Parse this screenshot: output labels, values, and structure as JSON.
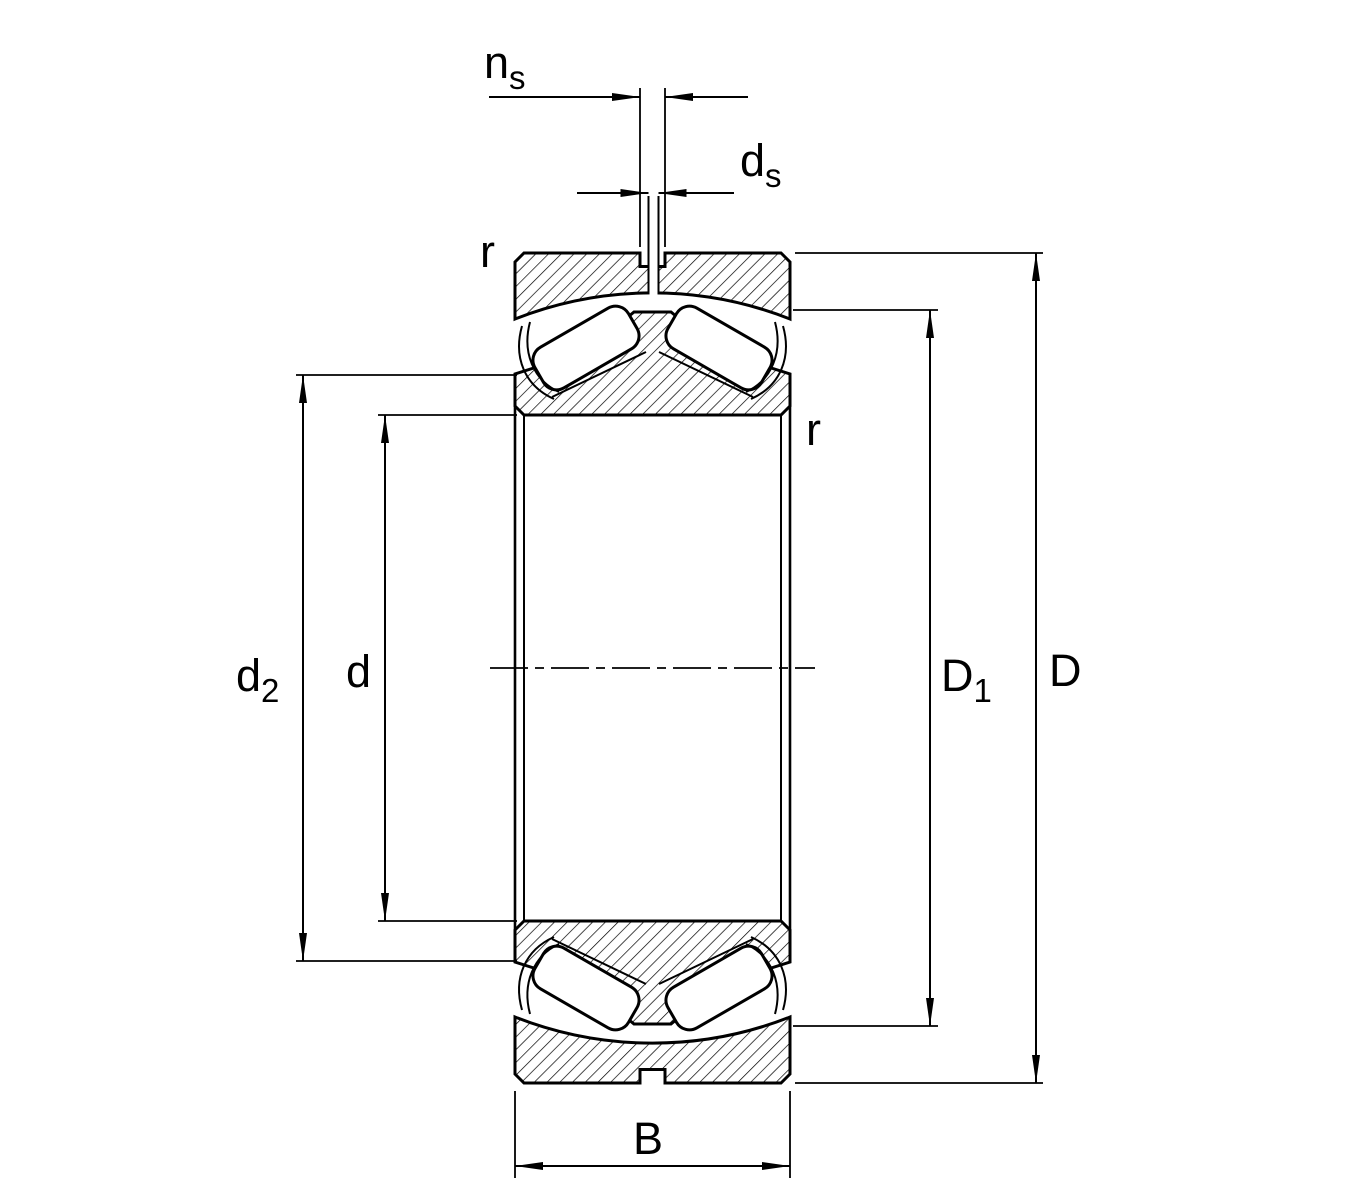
{
  "diagram": {
    "background_color": "#ffffff",
    "line_color": "#000000",
    "labels": {
      "ns": {
        "base": "n",
        "sub": "s"
      },
      "ds": {
        "base": "d",
        "sub": "s"
      },
      "r_outer_ring": "r",
      "r_inner_ring": "r",
      "d2": {
        "base": "d",
        "sub": "2"
      },
      "d": "d",
      "D1": {
        "base": "D",
        "sub": "1"
      },
      "D": "D",
      "B": "B"
    }
  }
}
